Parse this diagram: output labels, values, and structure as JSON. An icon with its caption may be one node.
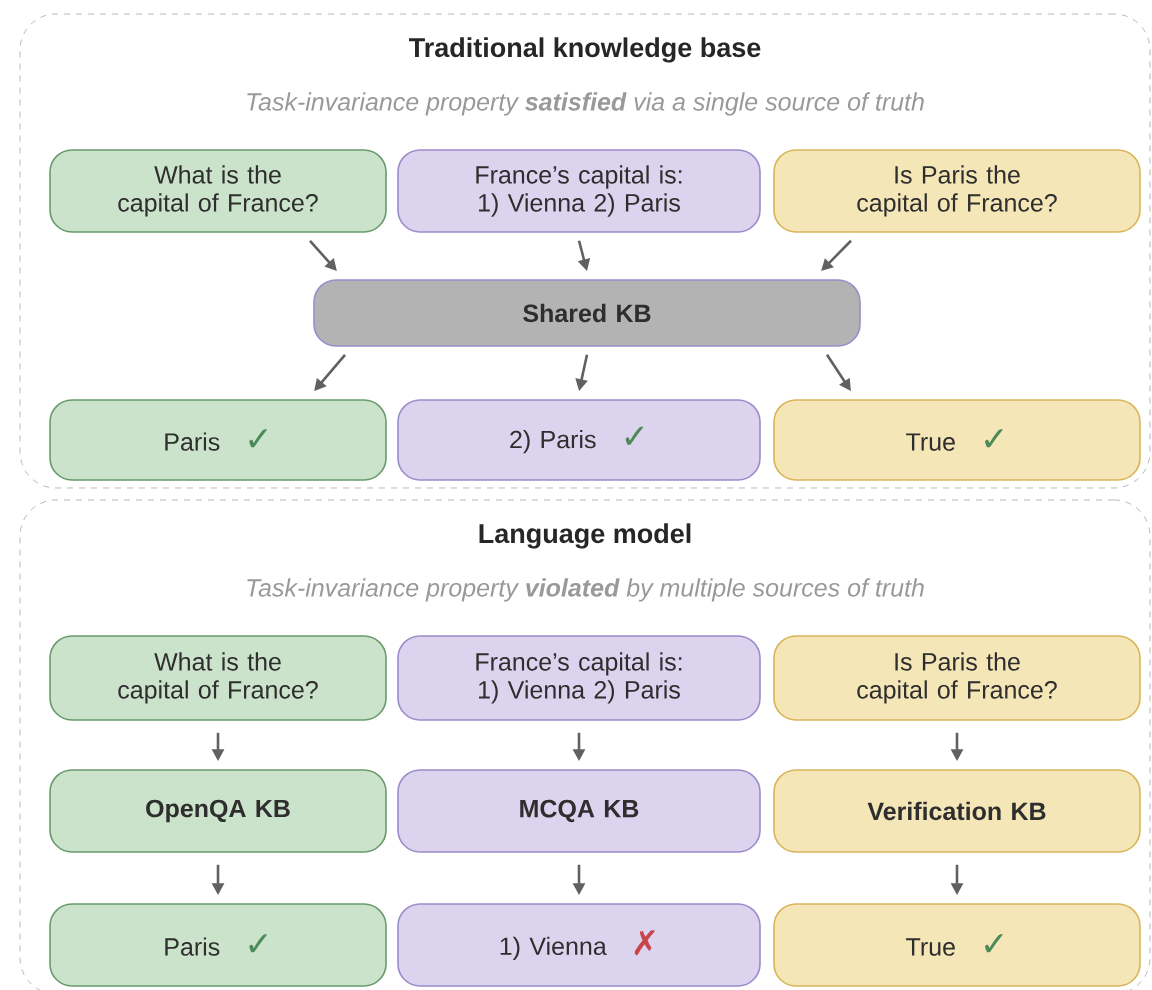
{
  "diagram": {
    "nodes": [
      {
        "text": [
          "Traditional knowledge base",
          "Task-invariance property **satisfied** via a single source of truth"
        ]
      },
      {
        "text": [
          "What is the capital of France?"
        ],
        "in": 0
      },
      {
        "text": [
          "France’s capital is: 1) Vienna 2) Paris"
        ],
        "in": 0
      },
      {
        "text": [
          "Is Paris the capital of France?"
        ],
        "in": 0
      },
      {
        "text": [
          "Shared KB"
        ],
        "in": 0
      },
      {
        "text": [
          "Paris",
          "✓"
        ],
        "in": 0
      },
      {
        "text": [
          "2) Paris",
          "✓"
        ],
        "in": 0
      },
      {
        "text": [
          "True",
          "✓"
        ],
        "in": 0
      },
      {
        "text": [
          "Language model",
          "Task-invariance property **violated** by multiple sources of truth"
        ]
      },
      {
        "text": [
          "What is the capital of France?"
        ],
        "in": 8
      },
      {
        "text": [
          "France’s capital is: 1) Vienna 2) Paris"
        ],
        "in": 8
      },
      {
        "text": [
          "Is Paris the capital of France?"
        ],
        "in": 8
      },
      {
        "text": [
          "OpenQA KB"
        ],
        "in": 8
      },
      {
        "text": [
          "MCQA KB"
        ],
        "in": 8
      },
      {
        "text": [
          "Verification KB"
        ],
        "in": 8
      },
      {
        "text": [
          "Paris",
          "✓"
        ],
        "in": 8
      },
      {
        "text": [
          "1) Vienna",
          "✗"
        ],
        "in": 8
      },
      {
        "text": [
          "True",
          "✓"
        ],
        "in": 8
      }
    ],
    "edges": [
      {
        "from": 1,
        "to": 4,
        "arrow": "to"
      },
      {
        "from": 2,
        "to": 4,
        "arrow": "to"
      },
      {
        "from": 3,
        "to": 4,
        "arrow": "to"
      },
      {
        "from": 4,
        "to": 5,
        "arrow": "to"
      },
      {
        "from": 4,
        "to": 6,
        "arrow": "to"
      },
      {
        "from": 4,
        "to": 7,
        "arrow": "to"
      },
      {
        "from": 9,
        "to": 12,
        "arrow": "to"
      },
      {
        "from": 10,
        "to": 13,
        "arrow": "to"
      },
      {
        "from": 11,
        "to": 14,
        "arrow": "to"
      },
      {
        "from": 12,
        "to": 15,
        "arrow": "to"
      },
      {
        "from": 13,
        "to": 16,
        "arrow": "to"
      },
      {
        "from": 14,
        "to": 17,
        "arrow": "to"
      }
    ]
  }
}
